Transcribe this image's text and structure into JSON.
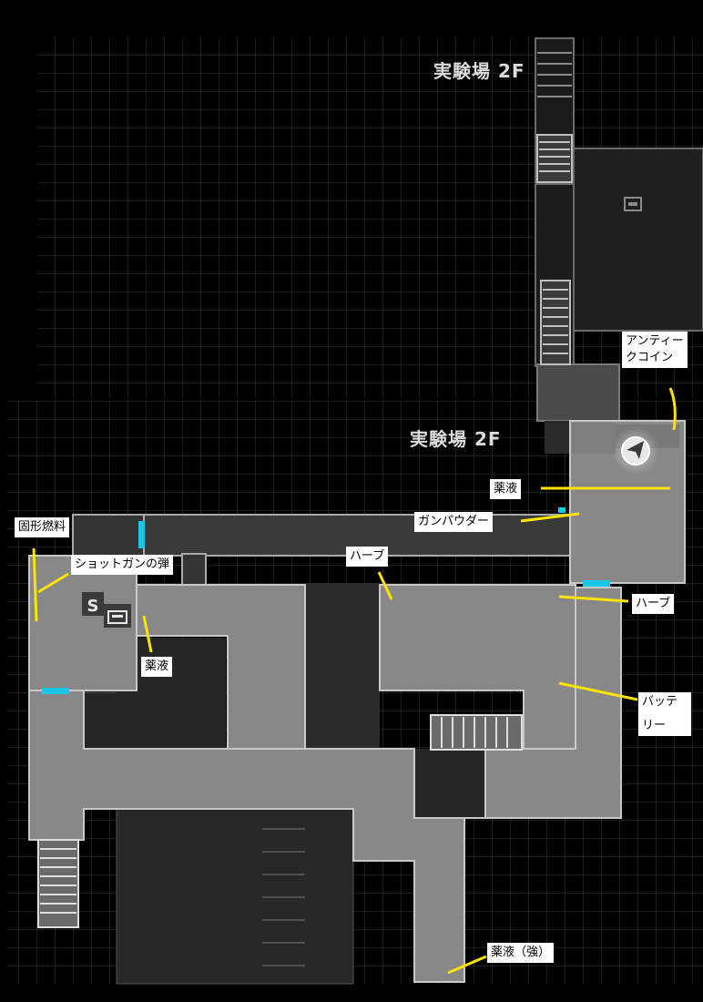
{
  "map": {
    "floor_labels": [
      "実験場 2F",
      "実験場 2F"
    ],
    "colors": {
      "background": "#000000",
      "grid": "#3a3a3a",
      "room": "#808080",
      "room_dark": "#2f2f2f",
      "room_dim": "#1d1d1d",
      "wall": "#c8c8c8",
      "door": "#19c6e6",
      "pointer": "#ffe300",
      "label_bg": "#ffffff"
    },
    "icons": [
      "save-typewriter-icon",
      "item-box-icon",
      "player-position-icon",
      "stairs-icon"
    ],
    "save_marker": "S",
    "items": [
      {
        "id": "antique-coin",
        "lines": [
          "アンティー",
          "クコイン"
        ]
      },
      {
        "id": "medicine-1",
        "lines": [
          "薬液"
        ]
      },
      {
        "id": "gunpowder",
        "lines": [
          "ガンパウダー"
        ]
      },
      {
        "id": "solid-fuel",
        "lines": [
          "固形燃料"
        ]
      },
      {
        "id": "shotgun-shells",
        "lines": [
          "ショットガンの弾"
        ]
      },
      {
        "id": "herb-1",
        "lines": [
          "ハーブ"
        ]
      },
      {
        "id": "herb-2",
        "lines": [
          "ハーブ"
        ]
      },
      {
        "id": "medicine-2",
        "lines": [
          "薬液"
        ]
      },
      {
        "id": "battery",
        "lines": [
          "バッテ",
          "リー"
        ]
      },
      {
        "id": "strong-medicine",
        "lines": [
          "薬液（強）"
        ]
      }
    ]
  }
}
